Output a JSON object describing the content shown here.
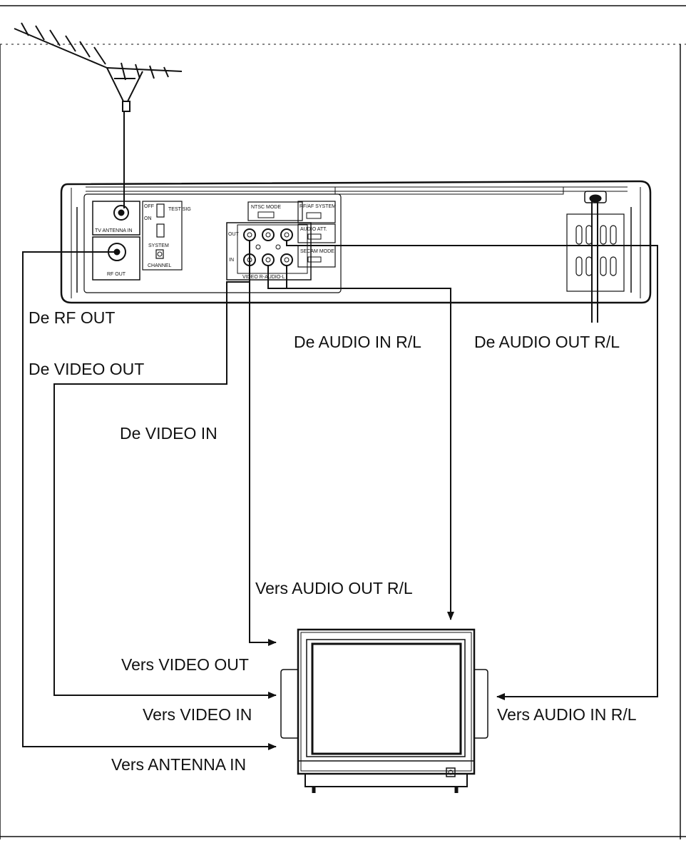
{
  "vcr_panel": {
    "tv_antenna_in": "TV ANTENNA IN",
    "rf_out": "RF OUT",
    "test_sig": "TEST SIG",
    "off": "OFF",
    "on": "ON",
    "system": "SYSTEM",
    "channel": "CHANNEL",
    "ntsc_mode": "NTSC MODE",
    "rf_af_system": "RF/AF SYSTEM",
    "audio_att": "AUDIO ATT.",
    "secam_mode": "SECAM MODE",
    "out": "OUT",
    "in": "IN",
    "av_jacks_label": "VIDEO  R-AUDIO-L"
  },
  "labels": {
    "de_rf_out": "De RF OUT",
    "de_video_out": "De VIDEO OUT",
    "de_audio_in": "De AUDIO IN R/L",
    "de_audio_out": "De AUDIO OUT R/L",
    "de_video_in": "De VIDEO IN",
    "vers_audio_out": "Vers AUDIO OUT R/L",
    "vers_video_out": "Vers VIDEO OUT",
    "vers_video_in": "Vers VIDEO IN",
    "vers_audio_in": "Vers AUDIO IN R/L",
    "vers_antenna_in": "Vers ANTENNA IN"
  }
}
